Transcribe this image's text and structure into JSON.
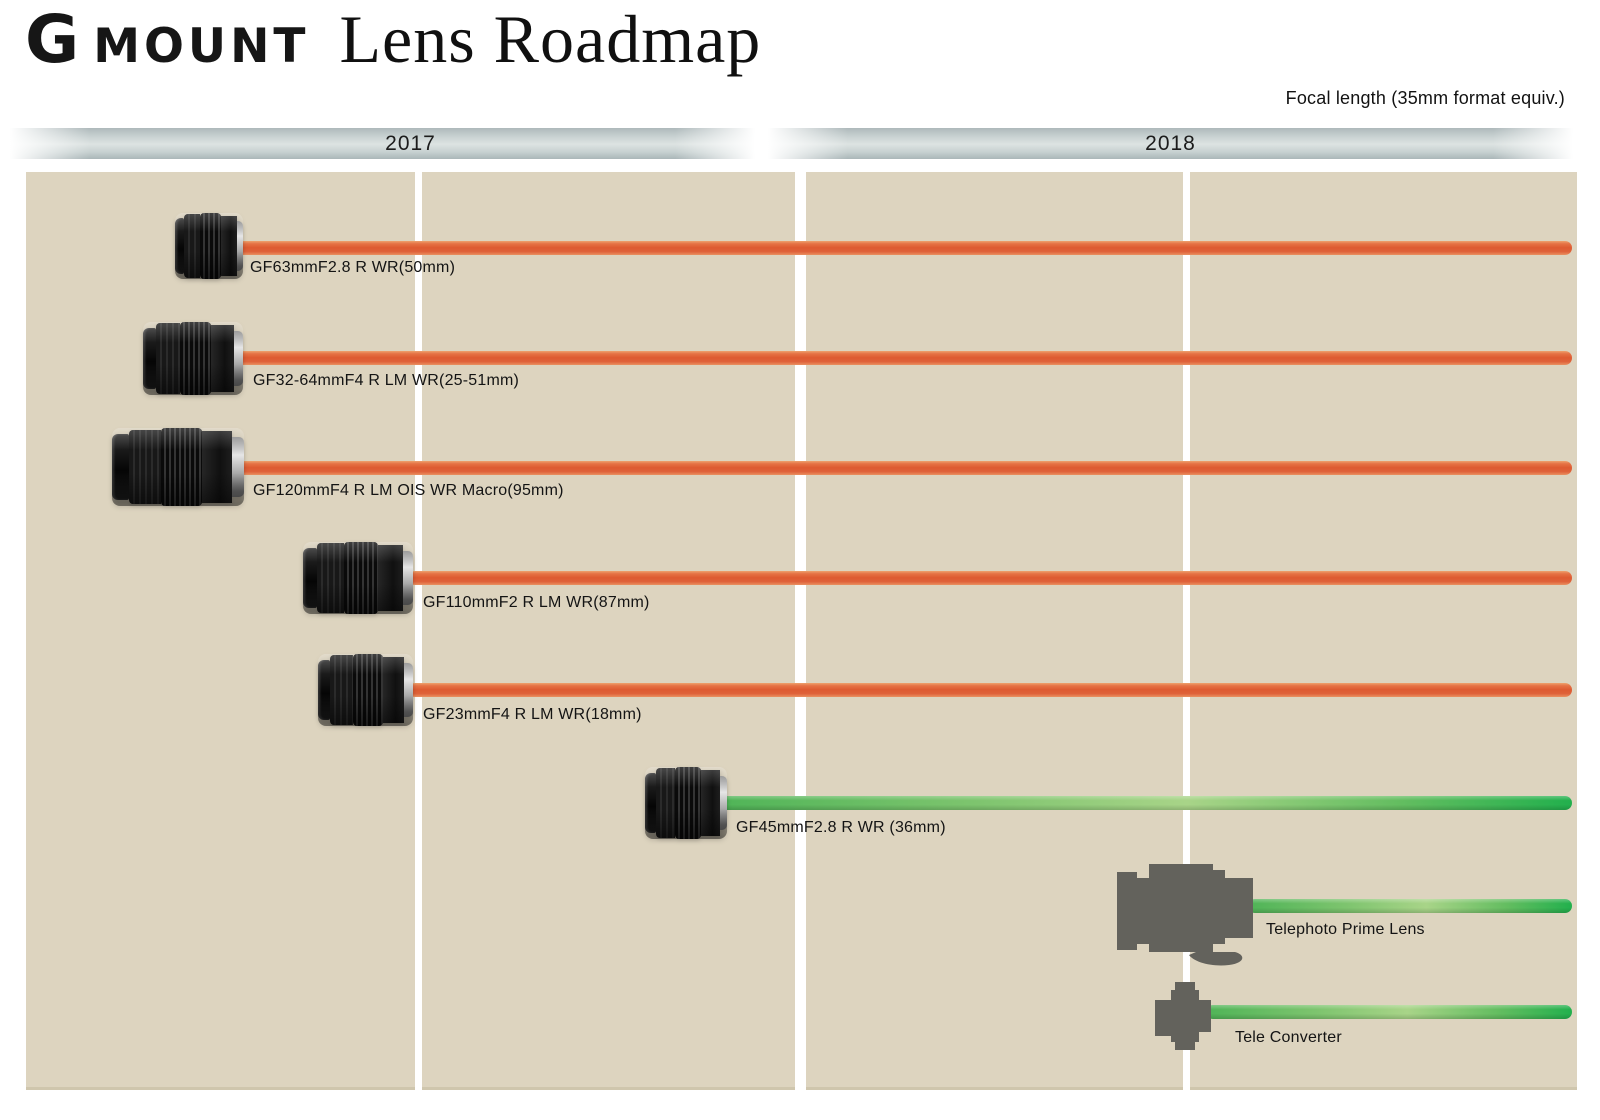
{
  "title": {
    "g": "G",
    "mount": "MOUNT",
    "subtitle": "Lens Roadmap"
  },
  "note": "Focal length (35mm format equiv.)",
  "years": [
    {
      "label": "2017"
    },
    {
      "label": "2018"
    }
  ],
  "colors": {
    "panel_bg": "#ddd4bf",
    "year_bar": "#c7d0d0",
    "released_bar_orange": "#dd5b31",
    "development_bar_green": "#2fb14e",
    "silhouette_gray": "#63625c"
  },
  "lenses": [
    {
      "label": "GF63mmF2.8 R WR(50mm)",
      "bar": "orange",
      "start": "2017",
      "image": "photo"
    },
    {
      "label": "GF32-64mmF4 R LM WR(25-51mm)",
      "bar": "orange",
      "start": "2017",
      "image": "photo"
    },
    {
      "label": "GF120mmF4 R LM OIS WR Macro(95mm)",
      "bar": "orange",
      "start": "2017",
      "image": "photo"
    },
    {
      "label": "GF110mmF2 R LM WR(87mm)",
      "bar": "orange",
      "start": "2017",
      "image": "photo"
    },
    {
      "label": "GF23mmF4 R LM WR(18mm)",
      "bar": "orange",
      "start": "2017",
      "image": "photo"
    },
    {
      "label": "GF45mmF2.8 R WR (36mm)",
      "bar": "green",
      "start": "2017",
      "image": "photo"
    },
    {
      "label": "Telephoto Prime Lens",
      "bar": "green",
      "start": "2018",
      "image": "silhouette"
    },
    {
      "label": "Tele Converter",
      "bar": "green",
      "start": "2018",
      "image": "silhouette"
    }
  ]
}
